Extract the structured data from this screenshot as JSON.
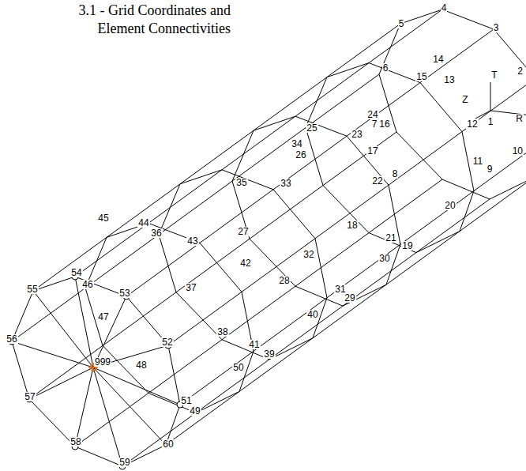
{
  "diagram": {
    "title": "3.1 - Grid Coordinates and Element Connectivities",
    "labels": [
      "1",
      "2",
      "3",
      "4",
      "5",
      "6",
      "7",
      "8",
      "9",
      "10",
      "11",
      "12",
      "13",
      "14",
      "15",
      "16",
      "17",
      "18",
      "19",
      "20",
      "21",
      "22",
      "23",
      "24",
      "25",
      "26",
      "27",
      "28",
      "29",
      "30",
      "31",
      "32",
      "33",
      "34",
      "35",
      "36",
      "37",
      "38",
      "39",
      "40",
      "41",
      "42",
      "43",
      "44",
      "45",
      "46",
      "47",
      "48",
      "49",
      "50",
      "51",
      "52",
      "53",
      "54",
      "55",
      "56",
      "57",
      "58",
      "59",
      "60",
      "999",
      "T",
      "Z",
      "R"
    ]
  }
}
